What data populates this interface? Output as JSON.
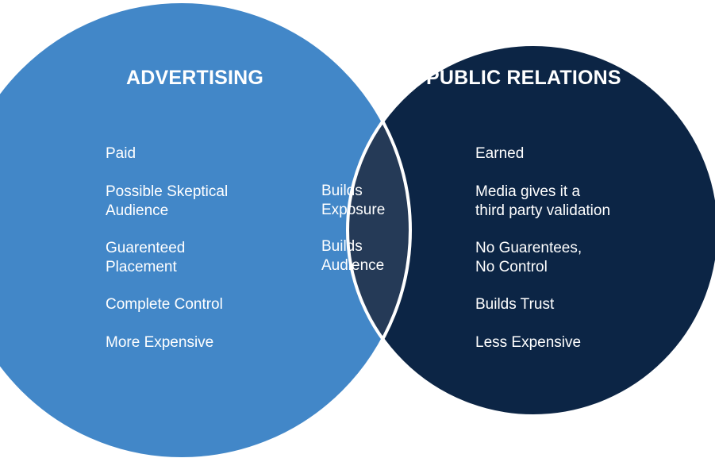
{
  "diagram": {
    "colors": {
      "left_circle": "#4287c8",
      "right_circle": "#0c2545",
      "intersection": "#253a57",
      "outline": "#ffffff",
      "text": "#ffffff"
    },
    "left": {
      "title": "ADVERTISING",
      "items": [
        [
          "Paid"
        ],
        [
          "Possible Skeptical",
          "Audience"
        ],
        [
          "Guarenteed",
          "Placement"
        ],
        [
          "Complete Control"
        ],
        [
          "More Expensive"
        ]
      ]
    },
    "center": {
      "items": [
        [
          "Builds",
          "Exposure"
        ],
        [
          "Builds",
          "Audience"
        ]
      ]
    },
    "right": {
      "title": "PUBLIC RELATIONS",
      "items": [
        [
          "Earned"
        ],
        [
          "Media gives it a",
          "third party validation"
        ],
        [
          "No Guarentees,",
          "No Control"
        ],
        [
          "Builds Trust"
        ],
        [
          "Less Expensive"
        ]
      ]
    }
  }
}
